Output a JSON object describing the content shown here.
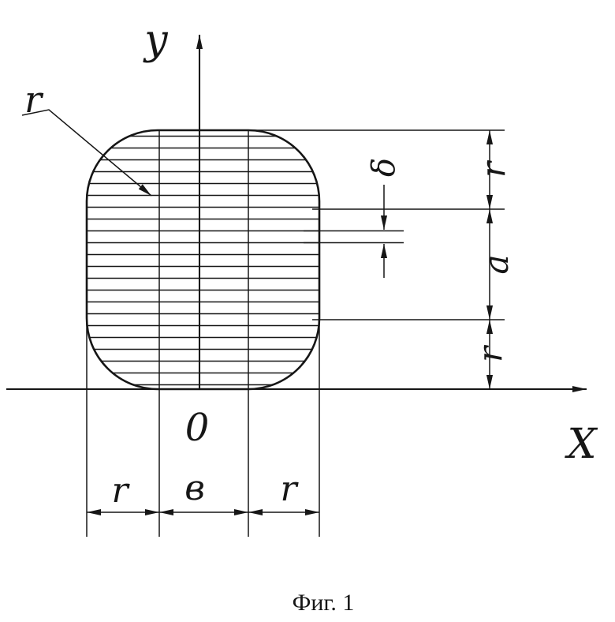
{
  "figure": {
    "caption": "Фиг. 1"
  },
  "axes": {
    "y_label": "y",
    "x_label": "X",
    "origin_label": "0"
  },
  "dimensions": {
    "corner_radius": "r",
    "bottom_left": "r",
    "bottom_center": "в",
    "bottom_right": "r",
    "right_top": "r",
    "right_middle": "a",
    "right_bottom": "r",
    "delta": "δ"
  }
}
